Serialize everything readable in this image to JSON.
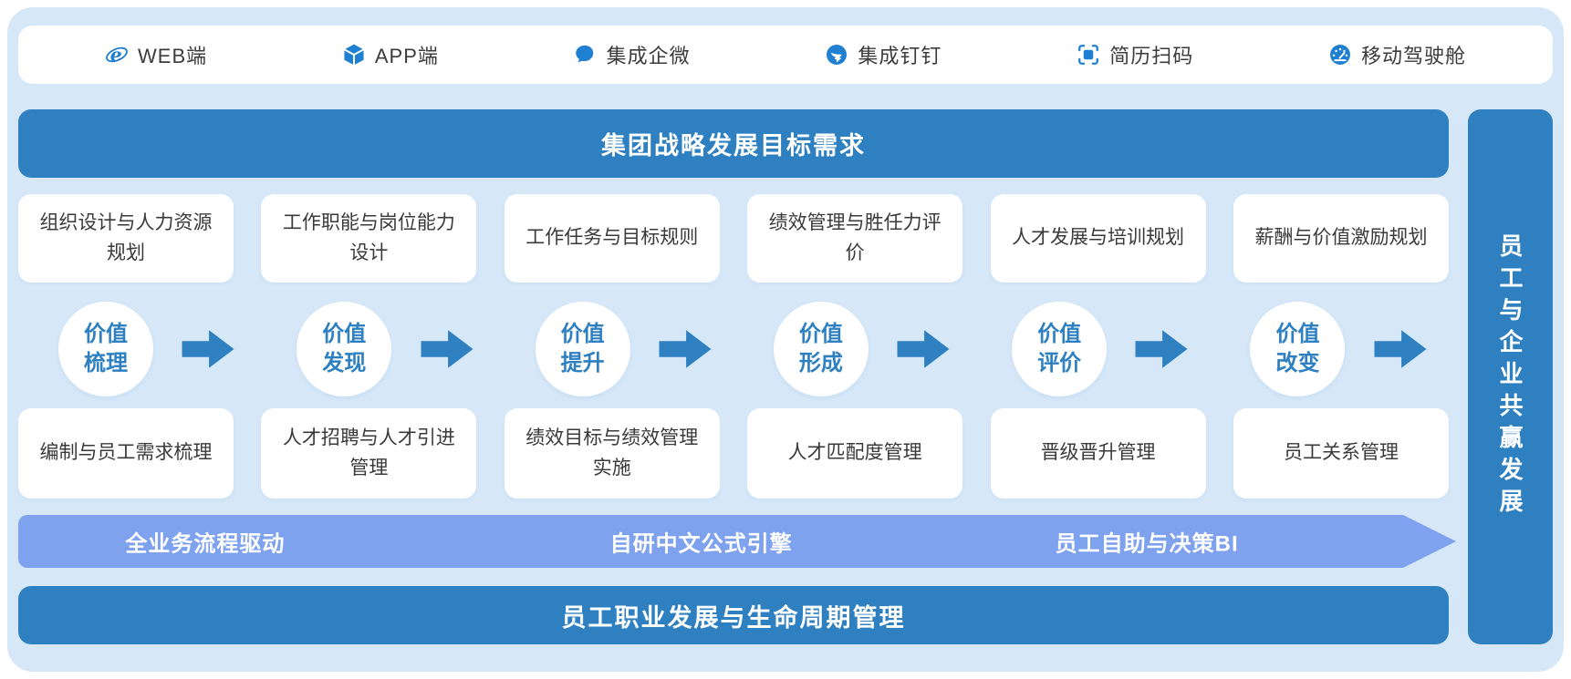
{
  "palette": {
    "container_bg": "#d6e8f8",
    "panel_bg": "#ffffff",
    "primary_blue": "#2e80c1",
    "periwinkle_blue": "#7ea2ee",
    "icon_blue": "#1f7fd0",
    "card_text": "#3a3a3a"
  },
  "top_bar": {
    "items": [
      {
        "label": "WEB端",
        "icon": "ie-browser-icon"
      },
      {
        "label": "APP端",
        "icon": "app-cube-icon"
      },
      {
        "label": "集成企微",
        "icon": "wechat-work-icon"
      },
      {
        "label": "集成钉钉",
        "icon": "dingtalk-icon"
      },
      {
        "label": "简历扫码",
        "icon": "resume-scan-icon"
      },
      {
        "label": "移动驾驶舱",
        "icon": "mobile-dashboard-icon"
      }
    ]
  },
  "strategy_banner": {
    "label": "集团战略发展目标需求"
  },
  "top_cards": [
    "组织设计与人力资源规划",
    "工作职能与岗位能力设计",
    "工作任务与目标规则",
    "绩效管理与胜任力评价",
    "人才发展与培训规划",
    "薪酬与价值激励规划"
  ],
  "value_chain": {
    "steps": [
      "价值梳理",
      "价值发现",
      "价值提升",
      "价值形成",
      "价值评价",
      "价值改变"
    ]
  },
  "bottom_cards": [
    "编制与员工需求梳理",
    "人才招聘与人才引进管理",
    "绩效目标与绩效管理实施",
    "人才匹配度管理",
    "晋级晋升管理",
    "员工关系管理"
  ],
  "engine_banner": {
    "segments": [
      "全业务流程驱动",
      "自研中文公式引擎",
      "员工自助与决策BI"
    ]
  },
  "lifecycle_banner": {
    "label": "员工职业发展与生命周期管理"
  },
  "side_banner": {
    "label": "员工与企业共赢发展"
  }
}
